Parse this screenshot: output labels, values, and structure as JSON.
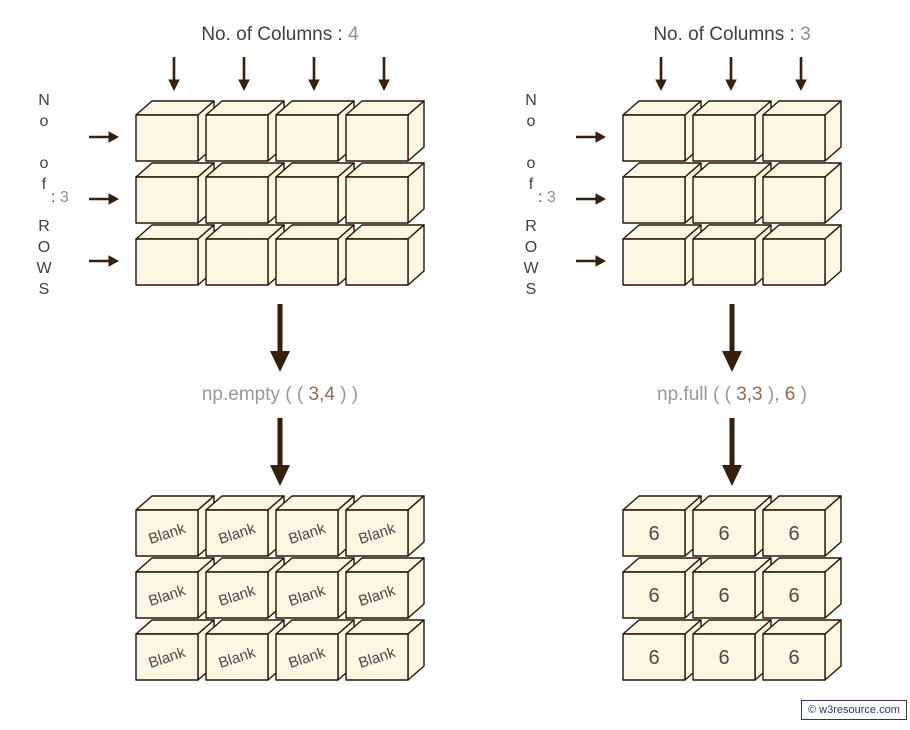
{
  "watermark": {
    "text": "© w3resource.com"
  },
  "colors": {
    "cube_fill": "#FCF6E3",
    "cube_stroke": "#261505",
    "arrow": "#35200E",
    "title_text": "#404040",
    "number_muted": "#8F8F8F",
    "func_text": "#989898",
    "func_number": "#8F6D52",
    "cell_text": "#4A4A4A",
    "watermark_color": "#253A6B"
  },
  "panels": [
    {
      "title_label": "No. of Columns :",
      "title_value": "4",
      "rows_chars": [
        "N",
        "o",
        "",
        "o",
        "f",
        "",
        "R",
        "O",
        "W",
        "S"
      ],
      "rows_sep": ":",
      "rows_value": "3",
      "grid": {
        "rows": 3,
        "cols": 4,
        "cell_label": "",
        "rotated": false
      },
      "func": [
        {
          "t": "np.empty ( ( ",
          "kind": "text"
        },
        {
          "t": "3,4",
          "kind": "num"
        },
        {
          "t": " ) )",
          "kind": "text"
        }
      ],
      "result": {
        "rows": 3,
        "cols": 4,
        "cell_label": "Blank",
        "rotated": true
      }
    },
    {
      "title_label": "No. of Columns :",
      "title_value": "3",
      "rows_chars": [
        "N",
        "o",
        "",
        "o",
        "f",
        "",
        "R",
        "O",
        "W",
        "S"
      ],
      "rows_sep": ":",
      "rows_value": "3",
      "grid": {
        "rows": 3,
        "cols": 3,
        "cell_label": "",
        "rotated": false
      },
      "func": [
        {
          "t": "np.full ( ( ",
          "kind": "text"
        },
        {
          "t": "3,3",
          "kind": "num"
        },
        {
          "t": " ), ",
          "kind": "text"
        },
        {
          "t": "6",
          "kind": "num"
        },
        {
          "t": " )",
          "kind": "text"
        }
      ],
      "result": {
        "rows": 3,
        "cols": 3,
        "cell_label": "6",
        "rotated": false
      }
    }
  ]
}
